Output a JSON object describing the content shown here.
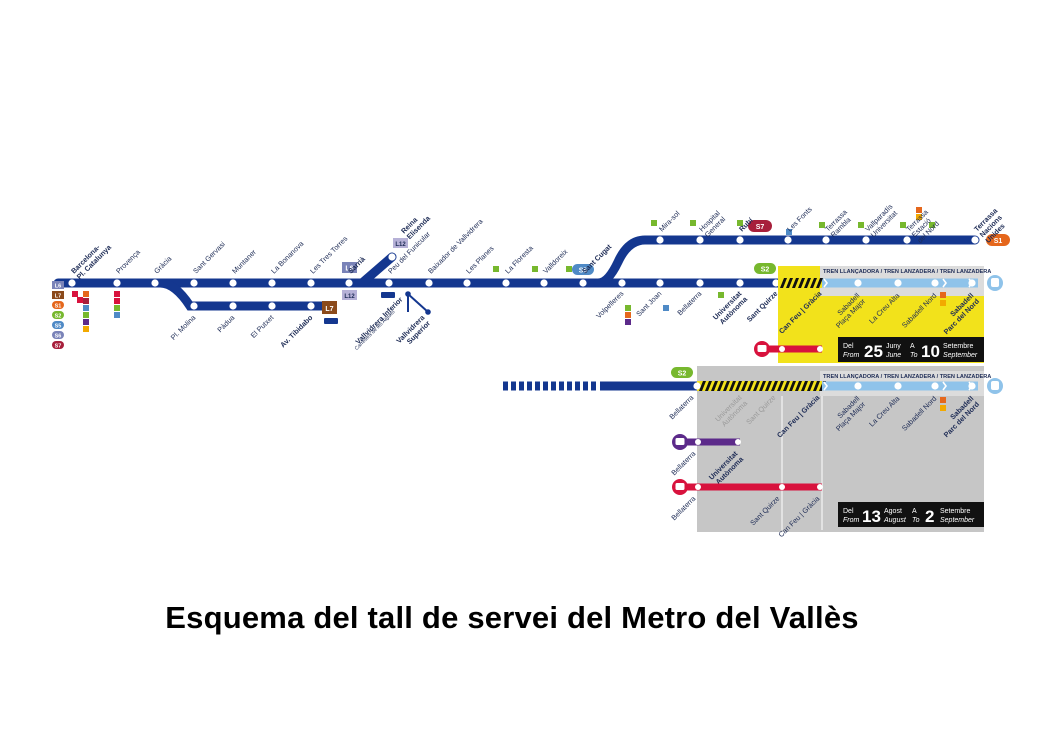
{
  "caption": "Esquema del tall de servei del Metro del Vallès",
  "colors": {
    "line": "#14378f",
    "light_line": "#8fc3ea",
    "yellow": "#f2e21b",
    "grey_panel": "#c6c6c6",
    "badge_s1": "#e5671c",
    "badge_s2": "#77b82e",
    "badge_s5": "#4f8ac6",
    "badge_s7": "#a71f3b",
    "badge_l6": "#7a83b8",
    "badge_l7": "#8b4a1b",
    "badge_l12": "#b6b1d7",
    "bus_red": "#d8123d",
    "bus_purple": "#5c2a8a"
  },
  "top_line": {
    "trunk_stations": [
      "Barcelona-\nPl. Catalunya",
      "Provença",
      "Gràcia",
      "Sant Gervasi",
      "Muntaner",
      "La Bonanova",
      "Les Tres Torres",
      "Sarrià",
      "Peu del Funicular",
      "Baixador de Vallvidrera",
      "Les Planes",
      "La Floresta",
      "Valldoreix",
      "Sant Cugat"
    ],
    "l7_branch_stations": [
      "Pl. Molina",
      "Pàdua",
      "El Putxet",
      "Av. Tibidabo"
    ],
    "l12_stop": "Reina\nElisenda",
    "funicular_stops": [
      "Vallvidrera Inferior",
      "Vallvidrera\nSuperior"
    ],
    "funicular_note": "Carretera de les Aigües",
    "s1_stations": [
      "Mira-sol",
      "Hospital\nGeneral",
      "Rubí",
      "Les Fonts",
      "Terrassa\nRambla",
      "Vallparadís\nUniversitat",
      "Terrassa\nEstació\ndel Nord",
      "Terrassa\nNacions\nUnides"
    ],
    "s2_stations": [
      "Volpelleres",
      "Sant Joan",
      "Bellaterra",
      "Universitat\nAutònoma",
      "Sant Quirze"
    ],
    "closed_stations": [
      "Can Feu | Gràcia"
    ],
    "shuttle_stations": [
      "Sabadell\nPlaça Major",
      "La Creu Alta",
      "Sabadell Nord",
      "Sabadell\nParc del Nord"
    ],
    "shuttle_header": "TREN LLANÇADORA / TREN LANZADERA / TREN LANZADERA",
    "period": {
      "del": "Del",
      "from": "From",
      "day1": "25",
      "month1_ca": "Juny",
      "month1_en": "June",
      "a": "A",
      "to": "To",
      "day2": "10",
      "month2_ca": "Setembre",
      "month2_en": "September"
    }
  },
  "bottom_line": {
    "bellaterra": "Bellaterra",
    "closed_stations": [
      "Universitat\nAutònoma",
      "Sant Quirze",
      "Can Feu | Gràcia"
    ],
    "shuttle_header": "TREN LLANÇADORA / TREN LANZADERA / TREN LANZADERA",
    "shuttle_stations": [
      "Sabadell\nPlaça Major",
      "La Creu Alta",
      "Sabadell Nord",
      "Sabadell\nParc del Nord"
    ],
    "bus_purple_stops": [
      "Bellaterra",
      "Universitat\nAutònoma"
    ],
    "bus_red_stops": [
      "Bellaterra",
      "Sant Quirze",
      "Can Feu | Gràcia"
    ],
    "period": {
      "del": "Del",
      "from": "From",
      "day1": "13",
      "month1_ca": "Agost",
      "month1_en": "August",
      "a": "A",
      "to": "To",
      "day2": "2",
      "month2_ca": "Setembre",
      "month2_en": "September"
    }
  },
  "badges": {
    "s1": "S1",
    "s2": "S2",
    "s5": "S5",
    "s7": "S7",
    "l6": "L6",
    "l7": "L7",
    "l12": "L12",
    "left_column": [
      "L6",
      "L7",
      "S1",
      "S2",
      "S5",
      "S6",
      "S7"
    ]
  }
}
